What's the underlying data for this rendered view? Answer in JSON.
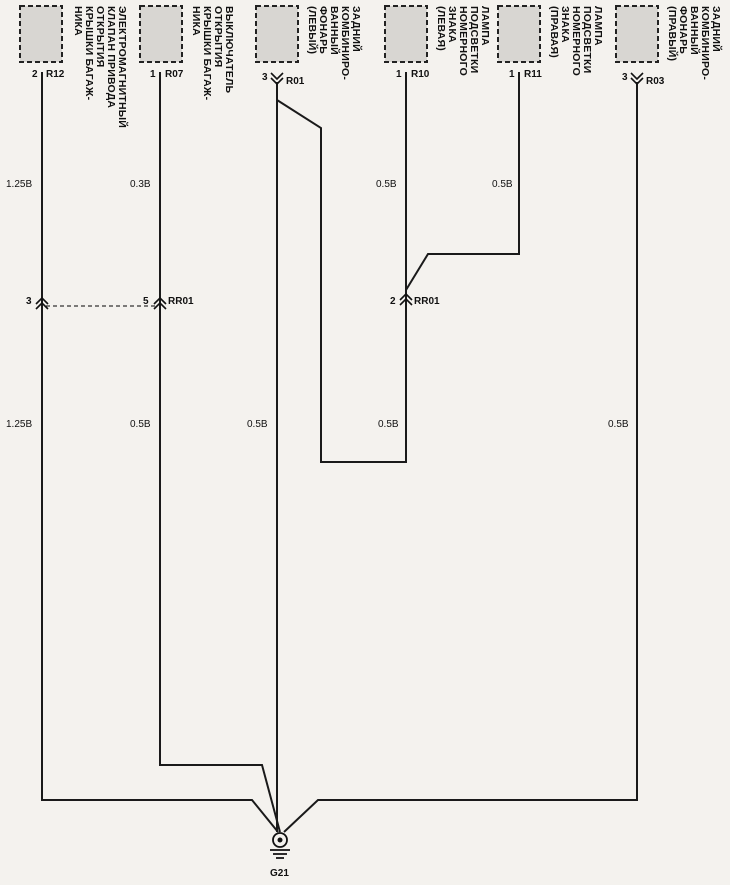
{
  "components": [
    {
      "id": "r12",
      "description_lines": [
        "ЭЛЕКТРОМАГНИТНЫЙ",
        "КЛАПАН ПРИВОДА",
        "ОТКРЫТИЯ",
        "КРЫШКИ БАГАЖ-",
        "НИКА"
      ],
      "pin": "2",
      "code": "R12",
      "wire_upper": "1.25B",
      "wire_lower": "1.25B",
      "junction_pin": "3"
    },
    {
      "id": "r07",
      "description_lines": [
        "ВЫКЛЮЧАТЕЛЬ",
        "ОТКРЫТИЯ",
        "КРЫШКИ БАГАЖ-",
        "НИКА"
      ],
      "pin": "1",
      "code": "R07",
      "wire_upper": "0.3B",
      "wire_lower": "0.5B",
      "junction_pin": "5",
      "junction_code": "RR01"
    },
    {
      "id": "r01",
      "description_lines": [
        "ЗАДНИЙ",
        "КОМБИНИРО-",
        "ВАННЫЙ",
        "ФОНАРЬ",
        "(ЛЕВЫЙ)"
      ],
      "pin": "3",
      "code": "R01",
      "wire_lower": "0.5B"
    },
    {
      "id": "r10",
      "description_lines": [
        "ЛАМПА",
        "ПОДСВЕТКИ",
        "НОМЕРНОГО",
        "ЗНАКА",
        "(ЛЕВАЯ)"
      ],
      "pin": "1",
      "code": "R10",
      "wire_upper": "0.5B",
      "wire_lower": "0.5B",
      "junction_pin": "2",
      "junction_code": "RR01"
    },
    {
      "id": "r11",
      "description_lines": [
        "ЛАМПА",
        "ПОДСВЕТКИ",
        "НОМЕРНОГО",
        "ЗНАКА",
        "(ПРАВАЯ)"
      ],
      "pin": "1",
      "code": "R11",
      "wire_upper": "0.5B"
    },
    {
      "id": "r03",
      "description_lines": [
        "ЗАДНИЙ",
        "КОМБИНИРО-",
        "ВАННЫЙ",
        "ФОНАРЬ",
        "(ПРАВЫЙ)"
      ],
      "pin": "3",
      "code": "R03",
      "wire_lower": "0.5B"
    }
  ],
  "ground": {
    "code": "G21"
  },
  "colors": {
    "wire": "#1a1a1a",
    "background": "#f4f2ee",
    "component_fill": "#d8d6d2"
  },
  "icons": [
    "connector-chevron-icon",
    "ground-symbol-icon"
  ]
}
